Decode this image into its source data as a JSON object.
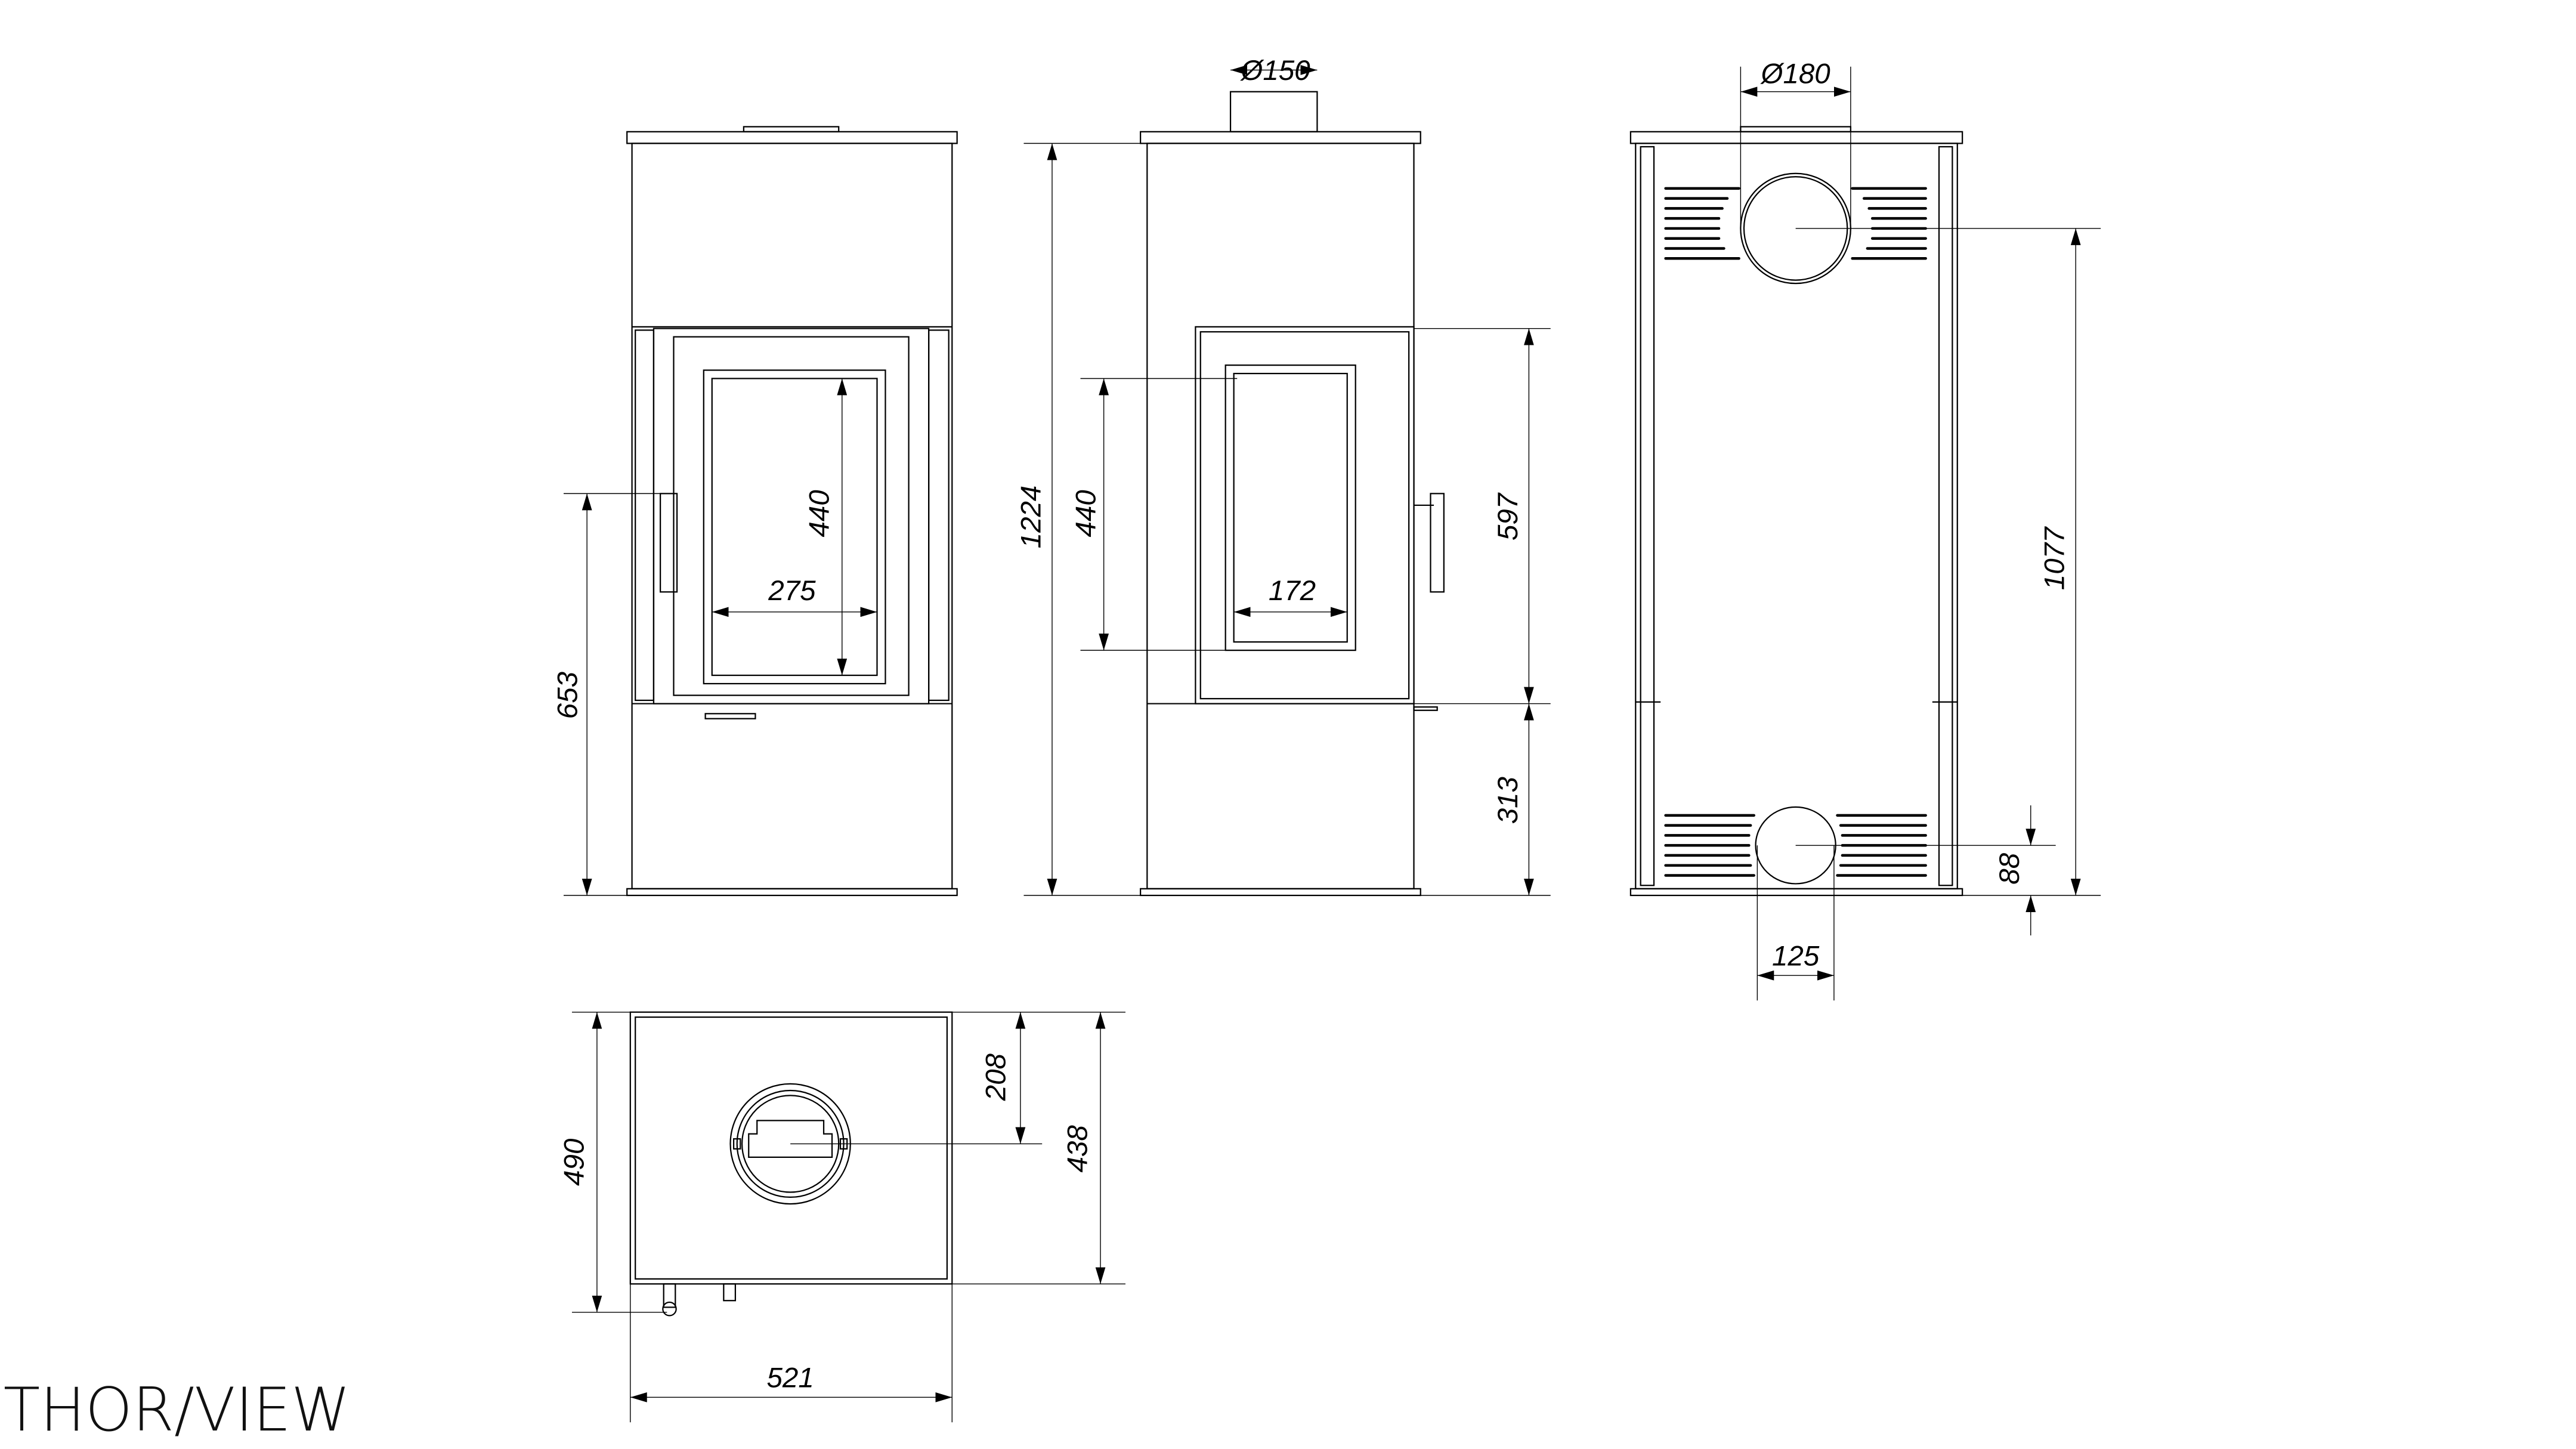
{
  "title": "THOR/VIEW",
  "front_view": {
    "dims": {
      "height_handle": "653",
      "glass_height": "440",
      "glass_width": "275"
    }
  },
  "side_view": {
    "dims": {
      "flue_diameter": "Ø150",
      "total_height": "1224",
      "glass_height": "440",
      "glass_width": "172",
      "door_height": "597",
      "base_height": "313"
    }
  },
  "back_view": {
    "dims": {
      "top_outlet_diameter": "Ø180",
      "top_outlet_height": "1077",
      "bottom_inlet_height": "88",
      "bottom_inlet_diameter": "125"
    }
  },
  "top_view": {
    "dims": {
      "outlet_depth": "208",
      "body_depth": "438",
      "total_depth": "490",
      "width": "521"
    }
  }
}
